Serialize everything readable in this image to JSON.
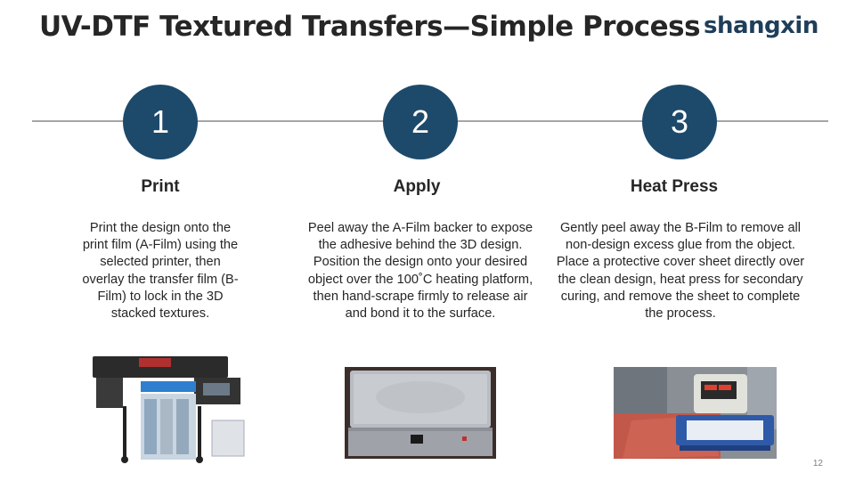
{
  "slide": {
    "title": "UV-DTF Textured Transfers—Simple Process",
    "logo_text": "shangxin",
    "page_number": "12"
  },
  "steps": [
    {
      "number": "1",
      "title": "Print",
      "description": "Print the design onto the print film (A-Film) using the selected printer, then overlay the transfer film (B-Film) to lock in the 3D stacked textures."
    },
    {
      "number": "2",
      "title": "Apply",
      "description": "Peel away the A-Film backer to expose the adhesive behind the 3D design. Position the design onto your desired object over the 100˚C heating platform, then hand-scrape firmly to release air and bond it to the surface."
    },
    {
      "number": "3",
      "title": "Heat Press",
      "description": "Gently peel away the B-Film to remove all non-design excess glue from the object. Place a protective cover sheet directly over the clean design, heat press for secondary curing, and remove the sheet to complete the process."
    }
  ],
  "colors": {
    "circle_fill": "#1d4a6b",
    "timeline": "#a6a6a6",
    "text": "#262626",
    "logo": "#1f3e5a"
  }
}
